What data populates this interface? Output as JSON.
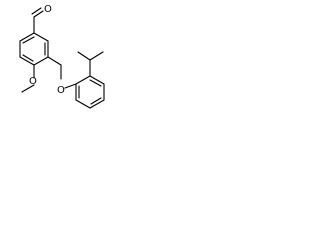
{
  "molecule": {
    "atoms": {
      "aldehyde_oxygen": "O",
      "methoxy_oxygen": "O",
      "ether_oxygen": "O"
    }
  }
}
